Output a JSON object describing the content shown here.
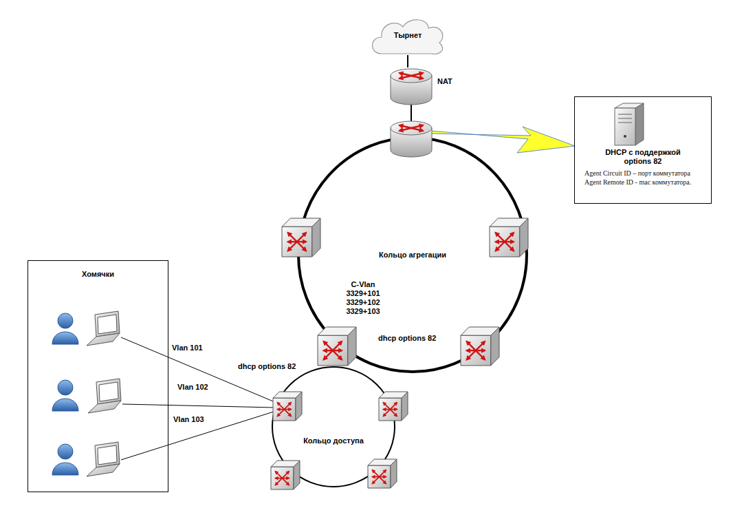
{
  "diagram": {
    "nodes": [
      {
        "text": [
          "Тырнет"
        ]
      },
      {
        "text": [
          "NAT"
        ]
      },
      {
        "text": [
          "DHCP с поддержкой options 82",
          "Agent Circuit ID – порт коммутатора",
          "Agent Remote ID - mac коммутатора."
        ]
      },
      {
        "text": [
          "Кольцо агрегации"
        ]
      },
      {
        "text": [
          "Хомячки"
        ]
      },
      {
        "text": [
          "Кольцо доступа"
        ]
      }
    ],
    "edges": [
      {
        "from": 0,
        "to": 1,
        "arrow": "none"
      }
    ],
    "labels": [
      "C-Vlan 3329+101 3329+102 3329+103",
      "dhcp options 82",
      "dhcp options 82",
      "Vlan 101",
      "Vlan 102",
      "Vlan 103"
    ]
  }
}
